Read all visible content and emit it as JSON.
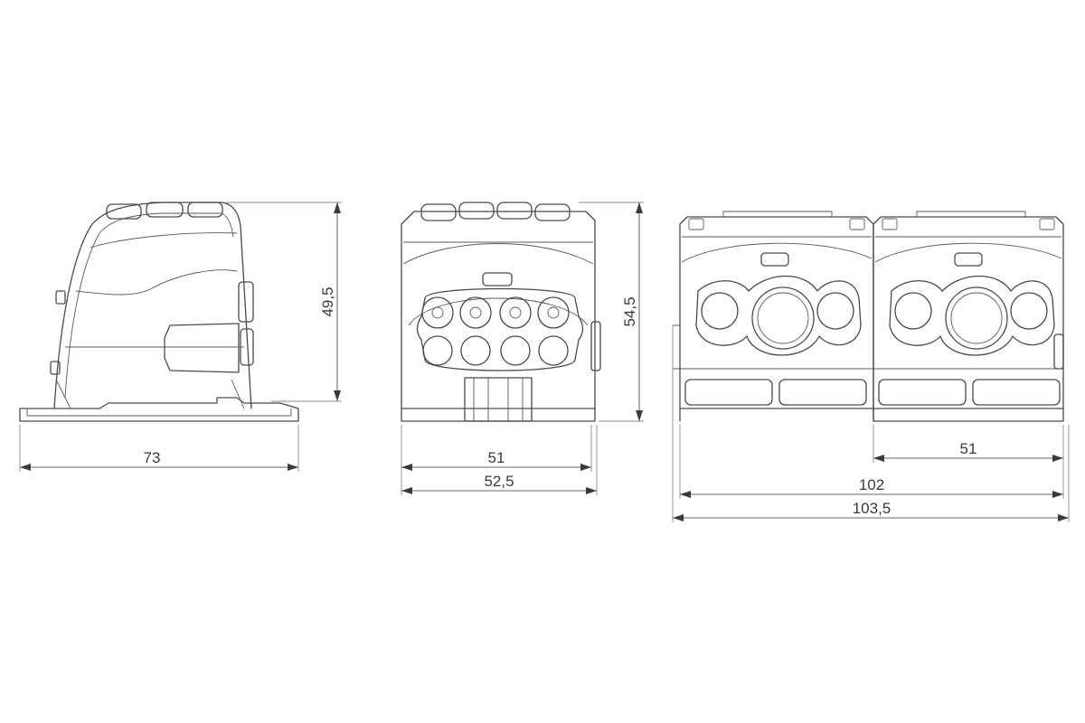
{
  "views": {
    "side": {
      "width_label": "73",
      "height_label": "49,5"
    },
    "front": {
      "inner_width_label": "51",
      "outer_width_label": "52,5",
      "height_label": "54,5"
    },
    "double": {
      "module_width_label": "51",
      "inner_width_label": "102",
      "outer_width_label": "103,5"
    }
  },
  "colors": {
    "line": "#4a4a4a",
    "dimension": "#3a3a3a",
    "background": "#ffffff"
  }
}
